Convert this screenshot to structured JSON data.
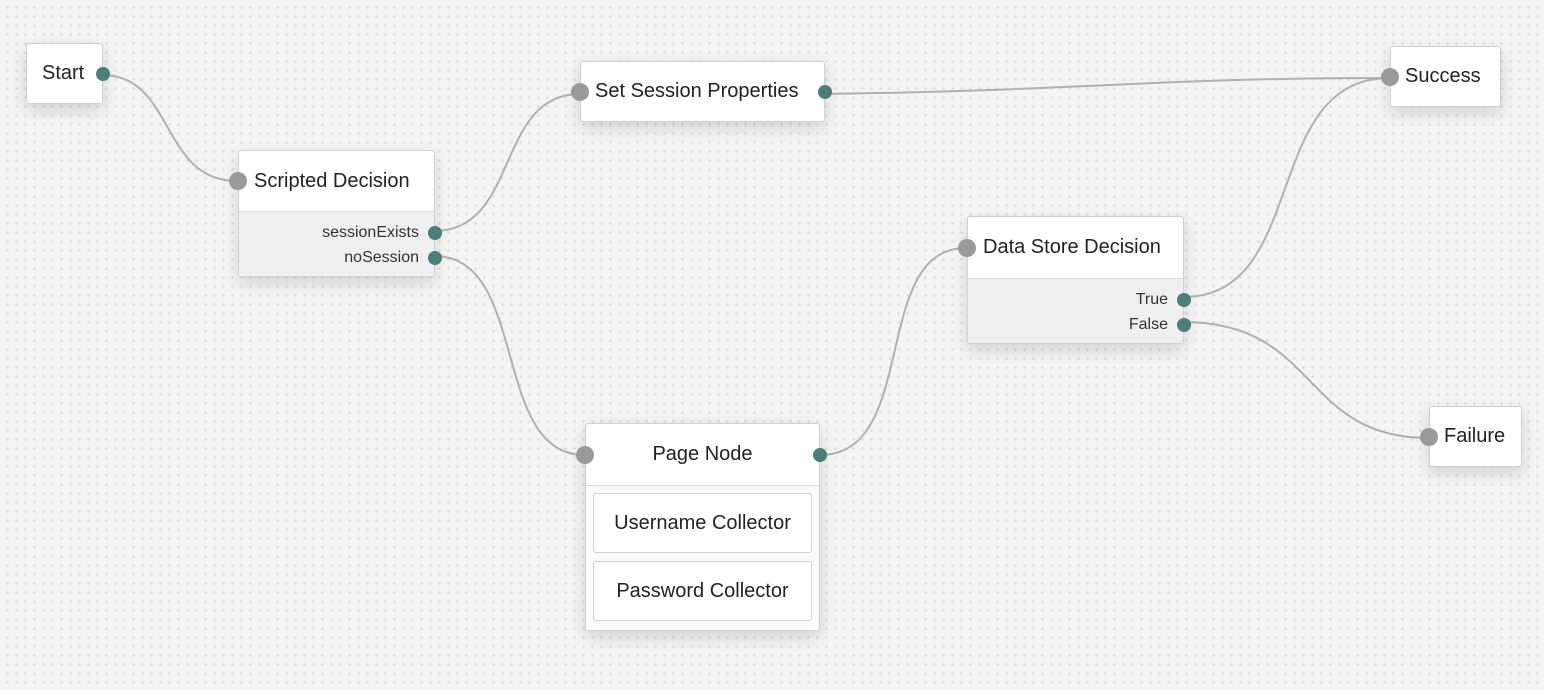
{
  "canvas": {
    "nodes": {
      "start": {
        "label": "Start"
      },
      "scripted_decision": {
        "label": "Scripted Decision",
        "outcomes": [
          "sessionExists",
          "noSession"
        ]
      },
      "set_session_properties": {
        "label": "Set Session Properties"
      },
      "success": {
        "label": "Success"
      },
      "data_store_decision": {
        "label": "Data Store Decision",
        "outcomes": [
          "True",
          "False"
        ]
      },
      "page_node": {
        "label": "Page Node",
        "children": [
          "Username Collector",
          "Password Collector"
        ]
      },
      "failure": {
        "label": "Failure"
      }
    },
    "colors": {
      "input_port": "#9a9a9a",
      "output_port": "#4e7d78",
      "connector": "#b0b0b0"
    }
  }
}
